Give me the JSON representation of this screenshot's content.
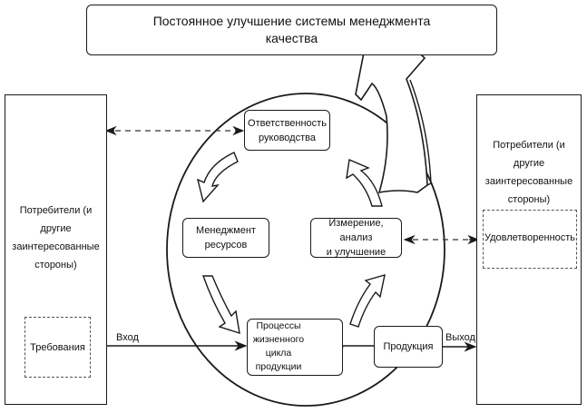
{
  "title": {
    "line1": "Постоянное улучшение системы менеджмента",
    "line2": "качества"
  },
  "left_stakeholders": {
    "line1": "Потребители (и",
    "line2": "другие",
    "line3": "заинтересованные",
    "line4": "стороны)",
    "requirements": "Требования"
  },
  "right_stakeholders": {
    "line1": "Потребители (и",
    "line2": "другие",
    "line3": "заинтересованные",
    "line4": "стороны)",
    "satisfaction": "Удовлетворенность"
  },
  "processes": {
    "management_responsibility": {
      "line1": "Ответственность",
      "line2": "руководства"
    },
    "resource_management": {
      "line1": "Менеджмент",
      "line2": "ресурсов"
    },
    "measurement": {
      "line1": "Измерение, анализ",
      "line2": "и улучшение"
    },
    "product_realization": {
      "line1": "Процессы",
      "line2": "жизненного",
      "line3": "цикла",
      "line4": "продукции"
    }
  },
  "product": "Продукция",
  "flows": {
    "input": "Вход",
    "output": "Выход"
  },
  "colors": {
    "line": "#1a1a1a",
    "dashed": "#333333",
    "background": "#ffffff"
  }
}
